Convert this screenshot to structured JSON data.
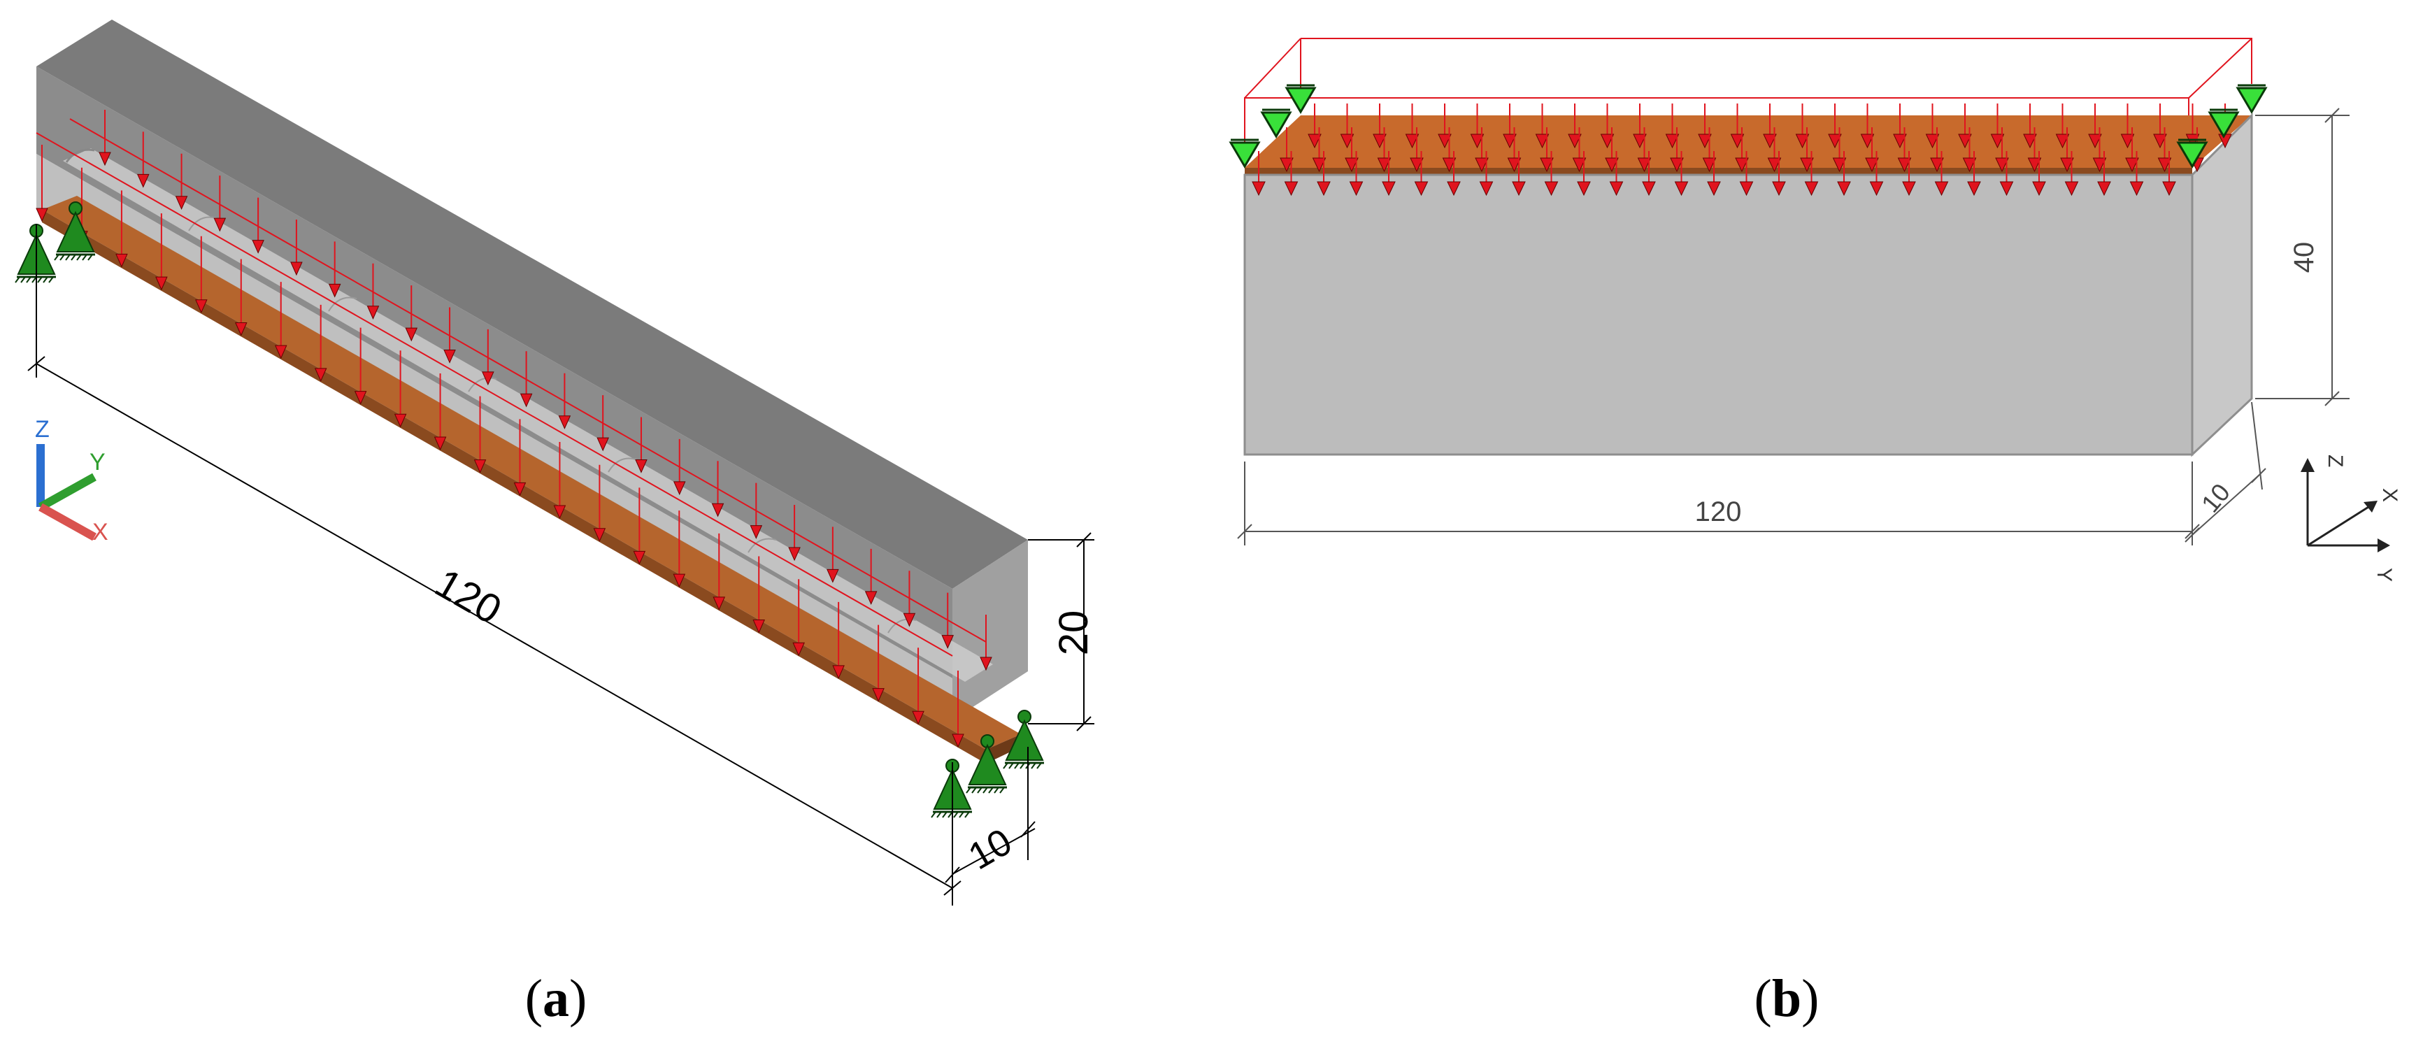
{
  "panel_a": {
    "caption_open": "(",
    "caption_letter": "a",
    "caption_close": ")",
    "dim_length": "120",
    "dim_height": "20",
    "dim_width": "10",
    "axis_z": "Z",
    "axis_y": "Y",
    "axis_x": "X"
  },
  "panel_b": {
    "caption_open": "(",
    "caption_letter": "b",
    "caption_close": ")",
    "dim_length": "120",
    "dim_height": "40",
    "dim_width": "10",
    "axis_z": "Z",
    "axis_x": "X",
    "axis_y": "Y"
  },
  "colors": {
    "beam_body_dark": "#6e6e6e",
    "beam_body_light": "#bdbdbd",
    "plate_brown": "#c86a2c",
    "load_red": "#e0141e",
    "support_green": "#1f8a1f",
    "axis_blue": "#2b6fd1",
    "axis_green": "#2f9e2f",
    "axis_red": "#d9534f"
  }
}
